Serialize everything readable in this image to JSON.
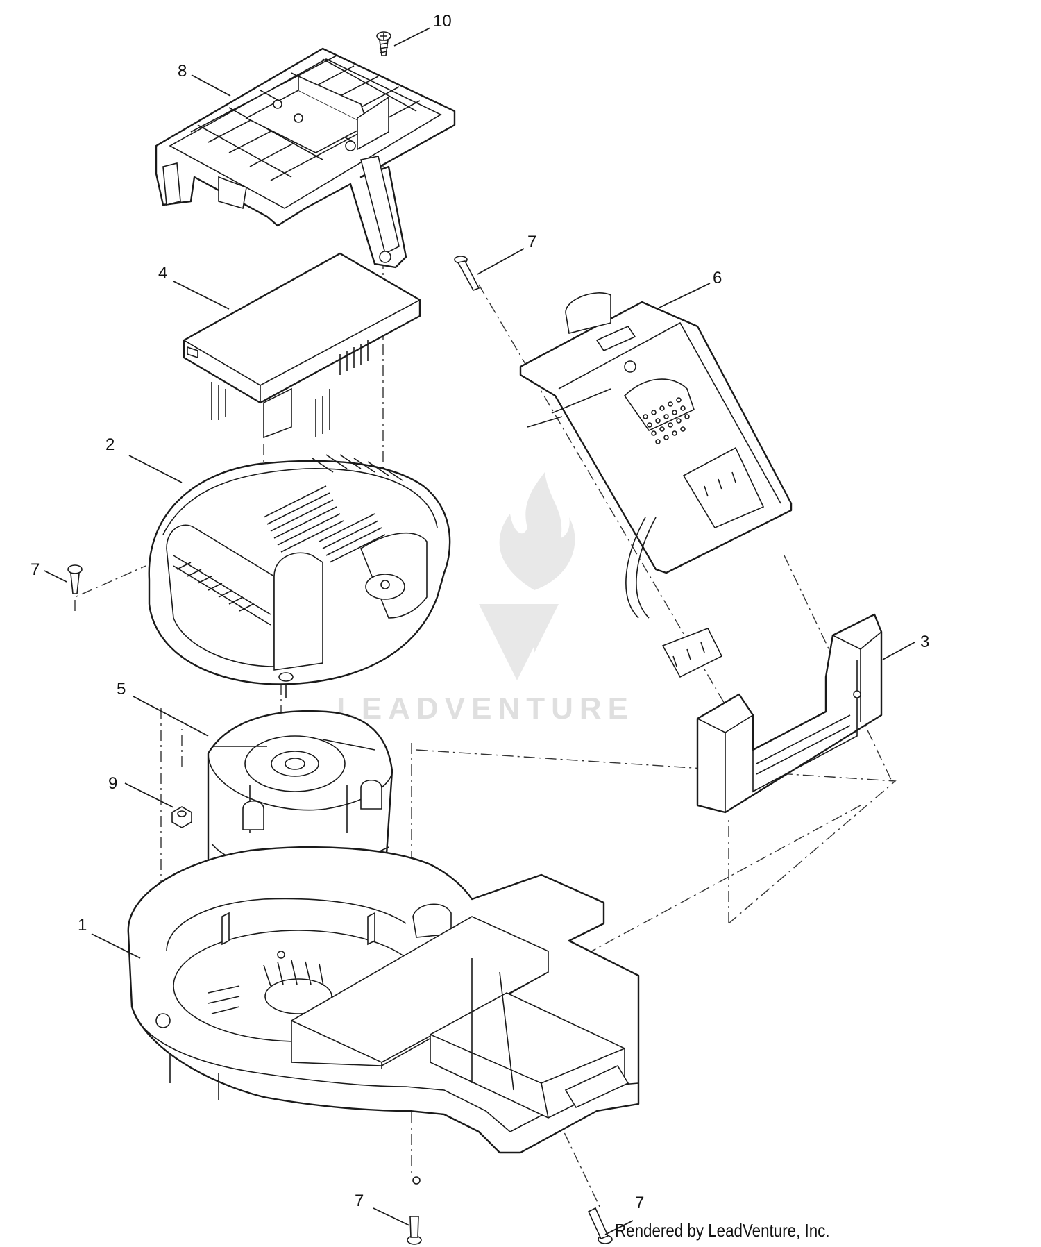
{
  "callouts": [
    {
      "id": "label-1",
      "text": "1"
    },
    {
      "id": "label-2",
      "text": "2"
    },
    {
      "id": "label-3",
      "text": "3"
    },
    {
      "id": "label-4",
      "text": "4"
    },
    {
      "id": "label-5",
      "text": "5"
    },
    {
      "id": "label-6",
      "text": "6"
    },
    {
      "id": "label-7-top",
      "text": "7"
    },
    {
      "id": "label-7-left",
      "text": "7"
    },
    {
      "id": "label-7-bottom-left",
      "text": "7"
    },
    {
      "id": "label-7-bottom-right",
      "text": "7"
    },
    {
      "id": "label-8",
      "text": "8"
    },
    {
      "id": "label-9",
      "text": "9"
    },
    {
      "id": "label-10",
      "text": "10"
    }
  ],
  "watermark": {
    "text": "LEADVENTURE"
  },
  "footer": {
    "credit": "Rendered by LeadVenture, Inc."
  }
}
